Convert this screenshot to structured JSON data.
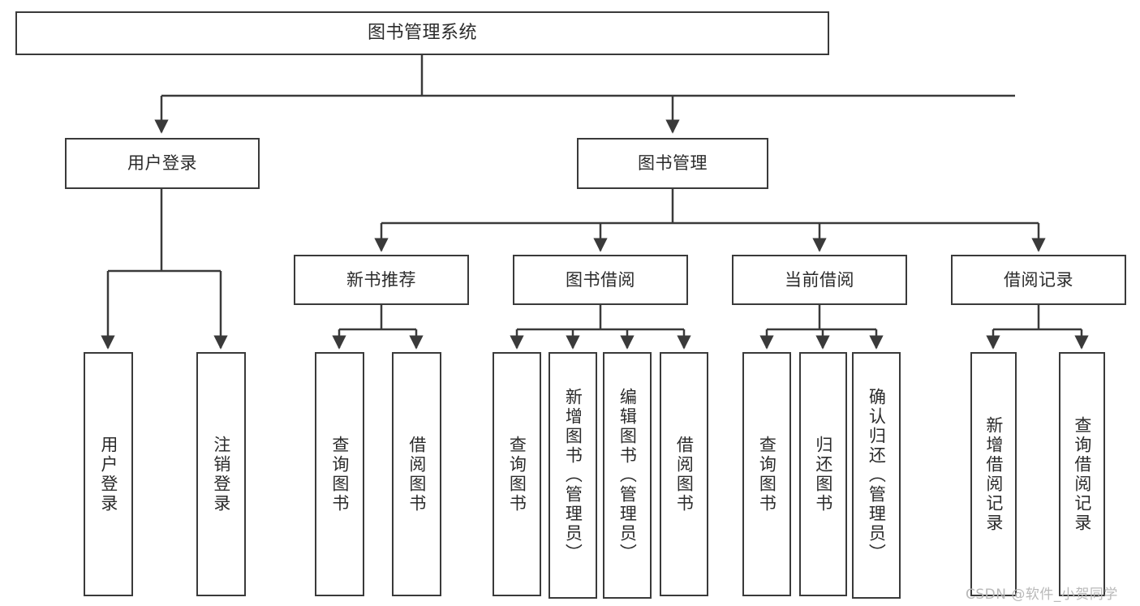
{
  "diagram": {
    "title": "图书管理系统",
    "watermark": "CSDN @软件_小贺同学",
    "stroke_color": "#3a3a3a",
    "text_color": "#2b2b2b",
    "background_color": "#ffffff",
    "root": {
      "label": "图书管理系统"
    },
    "level2": [
      {
        "label": "用户登录"
      },
      {
        "label": "图书管理"
      }
    ],
    "level3": [
      {
        "label": "新书推荐"
      },
      {
        "label": "图书借阅"
      },
      {
        "label": "当前借阅"
      },
      {
        "label": "借阅记录"
      }
    ],
    "leaves": {
      "user_login": [
        {
          "label": "用户登录"
        },
        {
          "label": "注销登录"
        }
      ],
      "new_book": [
        {
          "label": "查询图书"
        },
        {
          "label": "借阅图书"
        }
      ],
      "book_borrow": [
        {
          "label": "查询图书"
        },
        {
          "label": "新增图书（管理员）"
        },
        {
          "label": "编辑图书（管理员）"
        },
        {
          "label": "借阅图书"
        }
      ],
      "current_borrow": [
        {
          "label": "查询图书"
        },
        {
          "label": "归还图书"
        },
        {
          "label": "确认归还（管理员）"
        }
      ],
      "borrow_record": [
        {
          "label": "新增借阅记录"
        },
        {
          "label": "查询借阅记录"
        }
      ]
    }
  }
}
